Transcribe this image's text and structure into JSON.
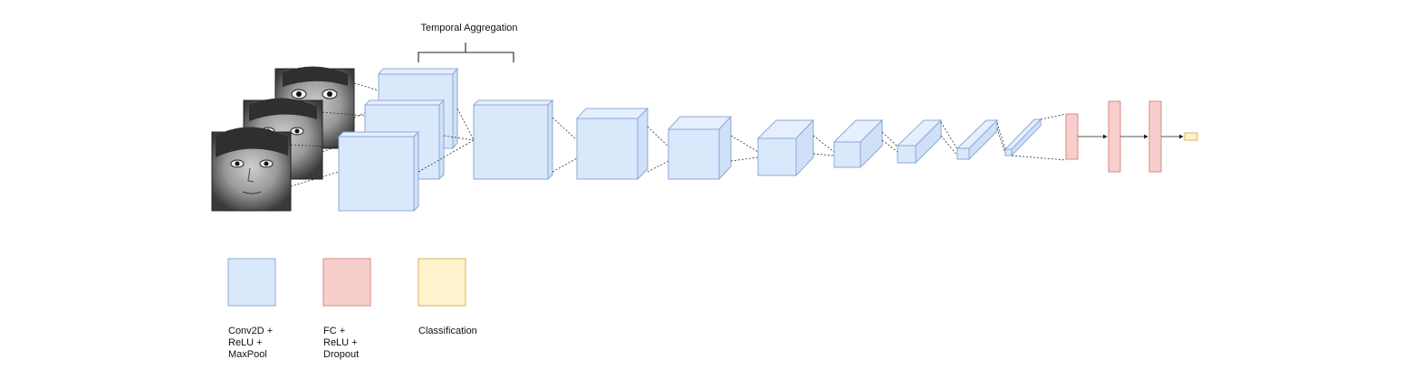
{
  "title": "Temporal Aggregation",
  "layers": [
    {
      "kind": "frame-image",
      "name": "face-frame-1"
    },
    {
      "kind": "frame-image",
      "name": "face-frame-2"
    },
    {
      "kind": "frame-image",
      "name": "face-frame-3"
    },
    {
      "kind": "conv",
      "name": "conv-block"
    },
    {
      "kind": "fc",
      "name": "fc-layer"
    },
    {
      "kind": "classification",
      "name": "classification-output"
    }
  ],
  "legend": {
    "conv": {
      "label_lines": [
        "Conv2D +",
        "ReLU +",
        "MaxPool"
      ],
      "color": "#dae8fc"
    },
    "fc": {
      "label_lines": [
        "FC +",
        "ReLU +",
        "Dropout"
      ],
      "color": "#f8cecc"
    },
    "classification": {
      "label_lines": [
        "Classification"
      ],
      "color": "#fff2cc"
    }
  },
  "colors": {
    "conv_fill": "#dae8fc",
    "conv_stroke": "#8ea9d6",
    "fc_fill": "#f8cecc",
    "fc_stroke": "#d88a88",
    "cls_fill": "#fff2cc",
    "cls_stroke": "#d6b656"
  }
}
